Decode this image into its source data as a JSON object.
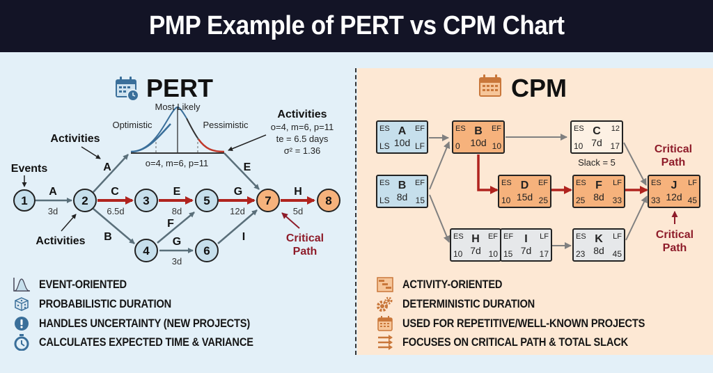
{
  "title": "PMP Example of PERT vs CPM Chart",
  "colors": {
    "header_bg": "#131426",
    "pert_bg": "#e3f0f8",
    "cpm_bg": "#fde8d4",
    "pert_node": "#c6dfec",
    "critical_node": "#f6b27c",
    "critical_arrow": "#b0231e",
    "normal_arrow": "#5a6f7a",
    "critical_text": "#8e1c2a",
    "pert_icon": "#3a6f9a",
    "cpm_icon": "#c9773a"
  },
  "pert": {
    "heading": "PERT",
    "icon": "calendar-clock-icon",
    "curve": {
      "most_likely": "Most Likely",
      "optimistic": "Optimistic",
      "pessimistic": "Pessimistic",
      "estimate_line": "o=4, m=6, p=11"
    },
    "callouts": {
      "activities_top": "Activities",
      "activities_bottom": "Activities",
      "events": "Events",
      "activities_right_title": "Activities",
      "activities_right_line1": "o=4, m=6, p=11",
      "activities_right_line2": "te = 6.5 days",
      "activities_right_line3": "σ² = 1.36",
      "critical_path_line1": "Critical",
      "critical_path_line2": "Path"
    },
    "nodes": [
      {
        "id": "1",
        "critical": false
      },
      {
        "id": "2",
        "critical": false
      },
      {
        "id": "3",
        "critical": false
      },
      {
        "id": "4",
        "critical": false
      },
      {
        "id": "5",
        "critical": false
      },
      {
        "id": "6",
        "critical": false
      },
      {
        "id": "7",
        "critical": true
      },
      {
        "id": "8",
        "critical": true
      }
    ],
    "edges": [
      {
        "from": "1",
        "to": "2",
        "label": "A",
        "duration": "3d",
        "critical": false
      },
      {
        "from": "2",
        "to": "3",
        "label": "C",
        "duration": "6.5d",
        "critical": true
      },
      {
        "from": "3",
        "to": "5",
        "label": "E",
        "duration": "8d",
        "critical": true
      },
      {
        "from": "5",
        "to": "7",
        "label": "G",
        "duration": "12d",
        "critical": true
      },
      {
        "from": "7",
        "to": "8",
        "label": "H",
        "duration": "5d",
        "critical": true
      },
      {
        "from": "2",
        "to": "4",
        "label": "B",
        "duration": "",
        "critical": false
      },
      {
        "from": "4",
        "to": "5",
        "label": "F",
        "duration": "",
        "critical": false
      },
      {
        "from": "4",
        "to": "6",
        "label": "G",
        "duration": "3d",
        "critical": false
      },
      {
        "from": "6",
        "to": "7",
        "label": "I",
        "duration": "",
        "critical": false
      },
      {
        "from": "2",
        "to": "7",
        "label": "A",
        "label2": "E",
        "duration": "",
        "critical": false,
        "via_curve": true
      }
    ],
    "features": [
      {
        "icon": "bell-curve-icon",
        "text": "EVENT-ORIENTED"
      },
      {
        "icon": "dice-icon",
        "text": "PROBABILISTIC DURATION"
      },
      {
        "icon": "exclamation-icon",
        "text": "HANDLES UNCERTAINTY (NEW PROJECTS)"
      },
      {
        "icon": "stopwatch-icon",
        "text": "CALCULATES EXPECTED TIME & VARIANCE"
      }
    ]
  },
  "cpm": {
    "heading": "CPM",
    "icon": "calendar-icon",
    "slack_label": "Slack = 5",
    "critical_path_top": [
      "Critical",
      "Path"
    ],
    "critical_path_bottom": [
      "Critical",
      "Path"
    ],
    "nodes": [
      {
        "id": "A",
        "name": "A",
        "duration": "10d",
        "tl": "ES",
        "tr": "EF",
        "bl": "LS",
        "br": "LF",
        "type": "start"
      },
      {
        "id": "B1",
        "name": "B",
        "duration": "10d",
        "tl": "ES",
        "tr": "EF",
        "bl": "0",
        "br": "10",
        "type": "critical"
      },
      {
        "id": "C",
        "name": "C",
        "duration": "7d",
        "tl": "ES",
        "tr": "12",
        "bl": "10",
        "br": "17",
        "type": "plain"
      },
      {
        "id": "B2",
        "name": "B",
        "duration": "8d",
        "tl": "ES",
        "tr": "EF",
        "bl": "LS",
        "br": "15",
        "type": "start"
      },
      {
        "id": "D",
        "name": "D",
        "duration": "15d",
        "tl": "ES",
        "tr": "EF",
        "bl": "10",
        "br": "25",
        "type": "critical"
      },
      {
        "id": "F",
        "name": "F",
        "duration": "8d",
        "tl": "ES",
        "tr": "LF",
        "bl": "25",
        "br": "33",
        "type": "critical"
      },
      {
        "id": "J",
        "name": "J",
        "duration": "12d",
        "tl": "ES",
        "tr": "LF",
        "bl": "33",
        "br": "45",
        "type": "critical"
      },
      {
        "id": "H",
        "name": "H",
        "duration": "7d",
        "tl": "ES",
        "tr": "EF",
        "bl": "10",
        "br": "10",
        "type": "gray"
      },
      {
        "id": "I",
        "name": "I",
        "duration": "7d",
        "tl": "EF",
        "tr": "LF",
        "bl": "15",
        "br": "17",
        "type": "gray"
      },
      {
        "id": "K",
        "name": "K",
        "duration": "8d",
        "tl": "ES",
        "tr": "LF",
        "bl": "23",
        "br": "45",
        "type": "gray"
      }
    ],
    "edges": [
      {
        "from": "A",
        "to": "B1",
        "critical": false
      },
      {
        "from": "B2",
        "to": "B1",
        "critical": false
      },
      {
        "from": "B1",
        "to": "C",
        "critical": false
      },
      {
        "from": "B1",
        "to": "D",
        "critical": true
      },
      {
        "from": "D",
        "to": "F",
        "critical": true
      },
      {
        "from": "F",
        "to": "J",
        "critical": true
      },
      {
        "from": "C",
        "to": "J",
        "critical": false
      },
      {
        "from": "B2",
        "to": "H",
        "critical": false
      },
      {
        "from": "I",
        "to": "K",
        "critical": false
      },
      {
        "from": "K",
        "to": "J",
        "critical": false
      }
    ],
    "features": [
      {
        "icon": "gantt-icon",
        "text": "ACTIVITY-ORIENTED"
      },
      {
        "icon": "gears-icon",
        "text": "DETERMINISTIC DURATION"
      },
      {
        "icon": "calendar-grid-icon",
        "text": "USED FOR REPETITIVE/WELL-KNOWN PROJECTS"
      },
      {
        "icon": "arrows-right-icon",
        "text": "FOCUSES ON CRITICAL PATH & TOTAL SLACK"
      }
    ]
  }
}
